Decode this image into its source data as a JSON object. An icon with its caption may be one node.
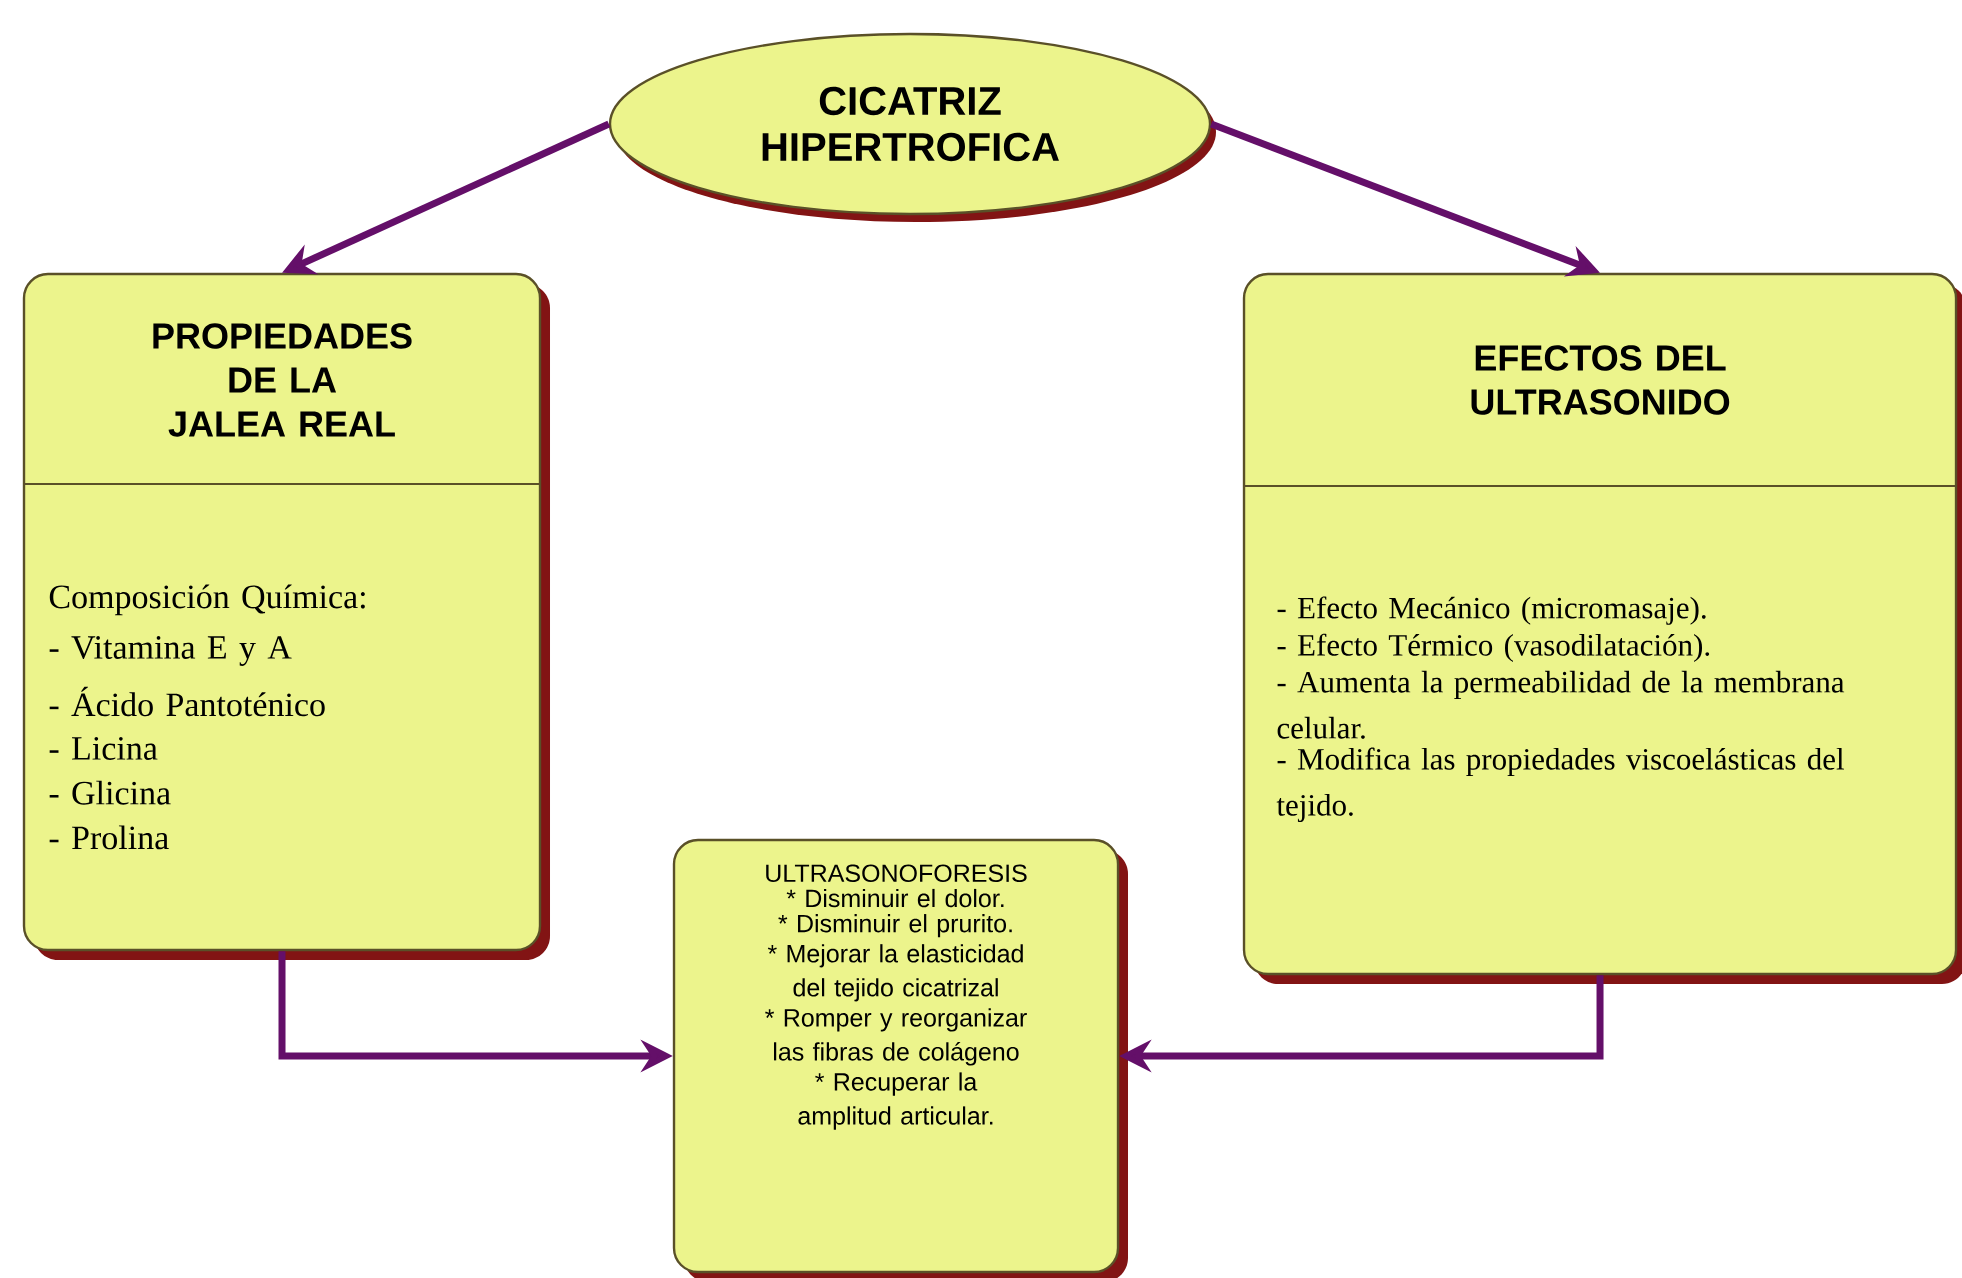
{
  "diagram": {
    "nodes": [
      {
        "text": [
          "CICATRIZ HIPERTROFICA"
        ]
      },
      {
        "text": [
          "PROPIEDADES DE LA JALEA REAL",
          "Composición Química:",
          "- Vitamina E y A",
          "- Ácido Pantoténico",
          "- Licina",
          "- Glicina",
          "- Prolina"
        ]
      },
      {
        "text": [
          "EFECTOS DEL ULTRASONIDO",
          "- Efecto Mecánico (micromasaje).",
          "- Efecto Térmico (vasodilatación).",
          "- Aumenta la permeabilidad de la membrana celular.",
          "- Modifica las propiedades viscoelásticas del tejido."
        ]
      },
      {
        "text": [
          "ULTRASONOFORESIS",
          "* Disminuir el dolor.",
          "* Disminuir el prurito.",
          "* Mejorar la elasticidad del tejido cicatrizal",
          "* Romper y reorganizar las fibras de colágeno",
          "* Recuperar la amplitud articular."
        ]
      }
    ],
    "edges": [
      {
        "from": 0,
        "to": 1,
        "arrow": "to"
      },
      {
        "from": 0,
        "to": 2,
        "arrow": "to"
      },
      {
        "from": 1,
        "to": 3,
        "arrow": "to"
      },
      {
        "from": 2,
        "to": 3,
        "arrow": "to"
      }
    ]
  }
}
